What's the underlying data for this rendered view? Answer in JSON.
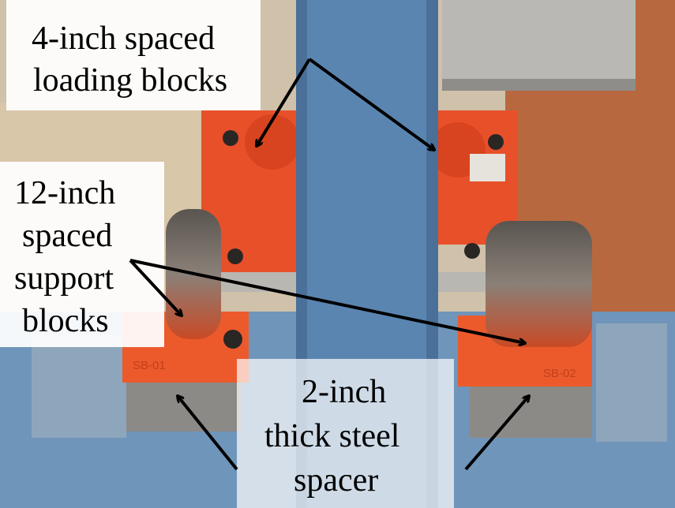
{
  "annotations": {
    "loading_blocks": {
      "line1": "4-inch spaced",
      "line2": "loading blocks"
    },
    "support_blocks": {
      "line1": "12-inch",
      "line2": "spaced",
      "line3": "support",
      "line4": "blocks"
    },
    "spacer": {
      "line1": "2-inch",
      "line2": "thick steel",
      "line3": "spacer"
    }
  },
  "block_stamps": {
    "left": "SB-01",
    "right": "SB-02"
  },
  "colors": {
    "beam": "#5a85b0",
    "table": "#6f95ba",
    "block_orange": "#e8502a",
    "spacer_grey": "#8c8a86",
    "wall_wood": "#b8683e",
    "arrow": "#000000"
  }
}
